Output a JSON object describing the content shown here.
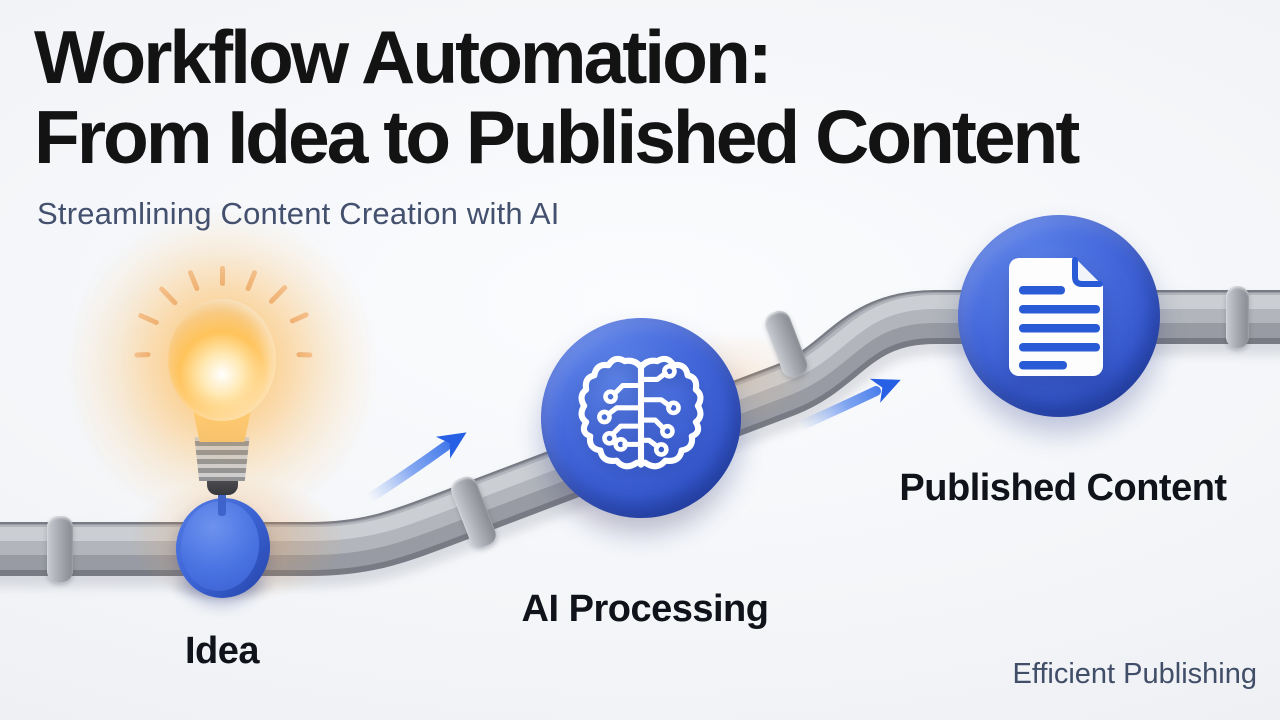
{
  "header": {
    "title_line1": "Workflow Automation:",
    "title_line2": "From Idea to Published Content",
    "subtitle": "Streamlining Content Creation with AI"
  },
  "workflow": {
    "stages": [
      {
        "id": "idea",
        "label": "Idea",
        "icon": "lightbulb-icon"
      },
      {
        "id": "ai-processing",
        "label": "AI Processing",
        "icon": "brain-circuit-icon"
      },
      {
        "id": "published-content",
        "label": "Published Content",
        "icon": "document-icon"
      }
    ],
    "connector": {
      "type": "pipe",
      "couplings": 4,
      "arrows": 2
    }
  },
  "footer": {
    "tagline": "Efficient Publishing"
  },
  "colors": {
    "accent_blue": "#3d63d8",
    "arrow_blue": "#2e6be8",
    "pipe_gray": "#9da0a7",
    "title_text": "#131313",
    "subtitle_text": "#43506e",
    "background": "#eef0f4",
    "bulb_glow": "#ffc35a"
  }
}
